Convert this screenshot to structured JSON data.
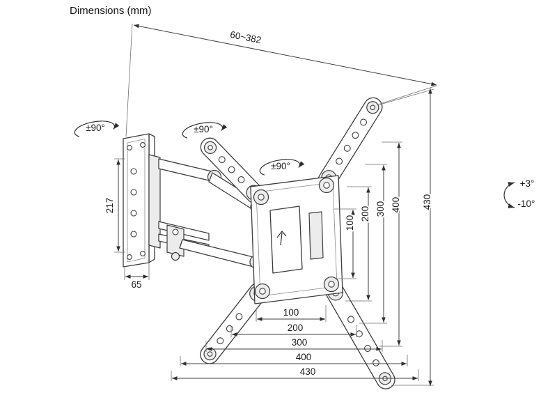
{
  "title": "Dimensions (mm)",
  "diagram": {
    "top_range": "60~382",
    "swivel": [
      "±90°",
      "±90°",
      "±90°"
    ],
    "left_height": "217",
    "plate_width": "65",
    "tilt_up": "+3°",
    "tilt_down": "-10°",
    "vesa_vertical": [
      "100",
      "200",
      "300",
      "400",
      "430"
    ],
    "vesa_horizontal": [
      "100",
      "200",
      "300",
      "400",
      "430"
    ]
  }
}
